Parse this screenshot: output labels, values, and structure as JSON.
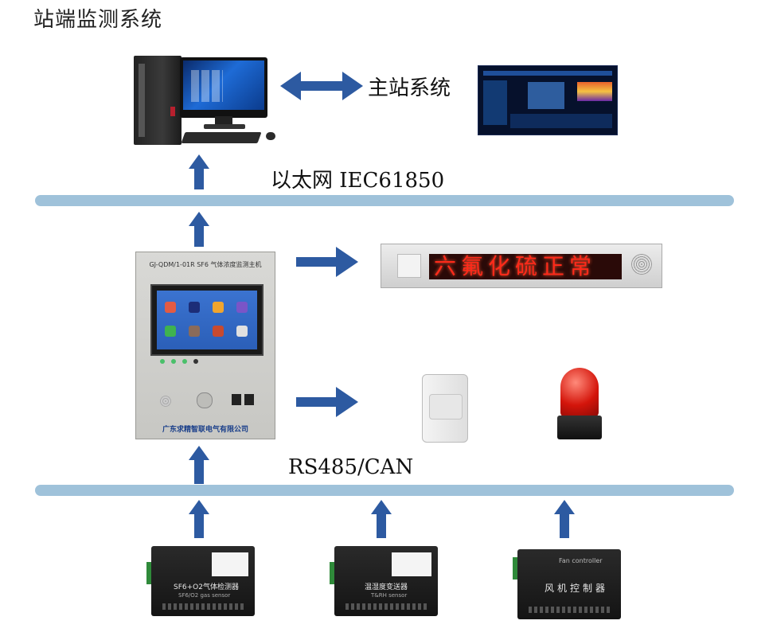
{
  "title": "站端监测系统",
  "labels": {
    "main_station": "主站系统",
    "ethernet": "以太网 IEC61850",
    "rs485": "RS485/CAN"
  },
  "host": {
    "model": "GJ-QDM/1-01R SF6 气体浓度监测主机",
    "company": "广东求精智联电气有限公司"
  },
  "led_display": {
    "message": "六氟化硫正常"
  },
  "modules": [
    {
      "name": "SF6+O2气体检测器",
      "sub": "SF6/O2 gas sensor"
    },
    {
      "name": "温湿度变送器",
      "sub": "T&RH sensor"
    },
    {
      "name": "风机控制器",
      "sub": "Fan controller"
    }
  ],
  "colors": {
    "arrow": "#2d5aa1",
    "bus": "#9fc2da",
    "led_text": "#ff2a1a"
  }
}
